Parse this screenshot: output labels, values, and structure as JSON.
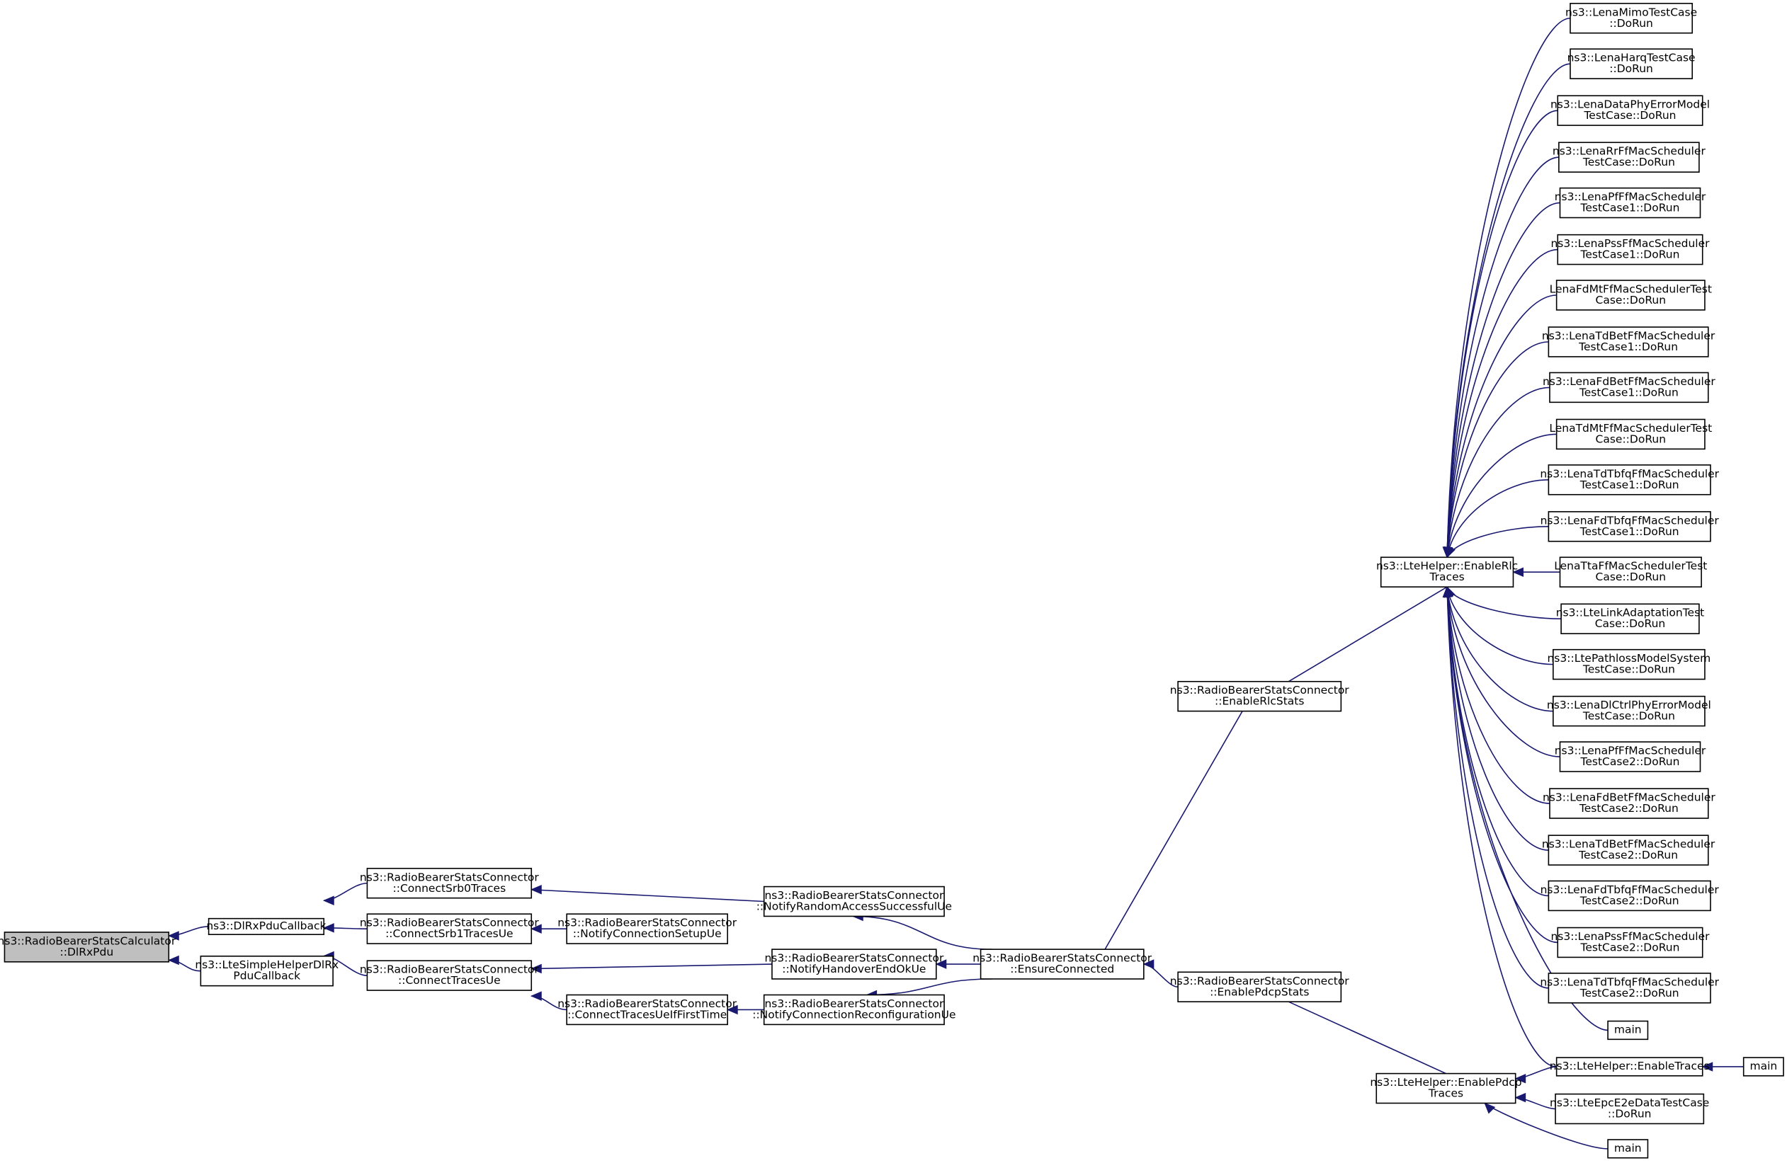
{
  "graph": {
    "type": "caller-graph",
    "edge_color": "#191970",
    "root_fill": "#bfbfbf",
    "nodes": [
      {
        "id": "root",
        "lines": [
          "ns3::RadioBearerStatsCalculator",
          "::DlRxPdu"
        ],
        "root": true
      },
      {
        "id": "dlrxcb",
        "lines": [
          "ns3::DlRxPduCallback"
        ]
      },
      {
        "id": "simplehelper",
        "lines": [
          "ns3::LteSimpleHelperDlRx",
          "PduCallback"
        ]
      },
      {
        "id": "srb0",
        "lines": [
          "ns3::RadioBearerStatsConnector",
          "::ConnectSrb0Traces"
        ]
      },
      {
        "id": "srb1",
        "lines": [
          "ns3::RadioBearerStatsConnector",
          "::ConnectSrb1TracesUe"
        ]
      },
      {
        "id": "tracesue",
        "lines": [
          "ns3::RadioBearerStatsConnector",
          "::ConnectTracesUe"
        ]
      },
      {
        "id": "connsetup",
        "lines": [
          "ns3::RadioBearerStatsConnector",
          "::NotifyConnectionSetupUe"
        ]
      },
      {
        "id": "tracesfirst",
        "lines": [
          "ns3::RadioBearerStatsConnector",
          "::ConnectTracesUeIfFirstTime"
        ]
      },
      {
        "id": "randomaccess",
        "lines": [
          "ns3::RadioBearerStatsConnector",
          "::NotifyRandomAccessSuccessfulUe"
        ]
      },
      {
        "id": "handover",
        "lines": [
          "ns3::RadioBearerStatsConnector",
          "::NotifyHandoverEndOkUe"
        ]
      },
      {
        "id": "reconfig",
        "lines": [
          "ns3::RadioBearerStatsConnector",
          "::NotifyConnectionReconfigurationUe"
        ]
      },
      {
        "id": "ensure",
        "lines": [
          "ns3::RadioBearerStatsConnector",
          "::EnsureConnected"
        ]
      },
      {
        "id": "rlcstats",
        "lines": [
          "ns3::RadioBearerStatsConnector",
          "::EnableRlcStats"
        ]
      },
      {
        "id": "pdcpstats",
        "lines": [
          "ns3::RadioBearerStatsConnector",
          "::EnablePdcpStats"
        ]
      },
      {
        "id": "rlctraces",
        "lines": [
          "ns3::LteHelper::EnableRlc",
          "Traces"
        ]
      },
      {
        "id": "pdcptraces",
        "lines": [
          "ns3::LteHelper::EnablePdcp",
          "Traces"
        ]
      },
      {
        "id": "t1",
        "lines": [
          "ns3::LenaMimoTestCase",
          "::DoRun"
        ]
      },
      {
        "id": "t2",
        "lines": [
          "ns3::LenaHarqTestCase",
          "::DoRun"
        ]
      },
      {
        "id": "t3",
        "lines": [
          "ns3::LenaDataPhyErrorModel",
          "TestCase::DoRun"
        ]
      },
      {
        "id": "t4",
        "lines": [
          "ns3::LenaRrFfMacScheduler",
          "TestCase::DoRun"
        ]
      },
      {
        "id": "t5",
        "lines": [
          "ns3::LenaPfFfMacScheduler",
          "TestCase1::DoRun"
        ]
      },
      {
        "id": "t6",
        "lines": [
          "ns3::LenaPssFfMacScheduler",
          "TestCase1::DoRun"
        ]
      },
      {
        "id": "t7",
        "lines": [
          "LenaFdMtFfMacSchedulerTest",
          "Case::DoRun"
        ]
      },
      {
        "id": "t8",
        "lines": [
          "ns3::LenaTdBetFfMacScheduler",
          "TestCase1::DoRun"
        ]
      },
      {
        "id": "t9",
        "lines": [
          "ns3::LenaFdBetFfMacScheduler",
          "TestCase1::DoRun"
        ]
      },
      {
        "id": "t10",
        "lines": [
          "LenaTdMtFfMacSchedulerTest",
          "Case::DoRun"
        ]
      },
      {
        "id": "t11",
        "lines": [
          "ns3::LenaTdTbfqFfMacScheduler",
          "TestCase1::DoRun"
        ]
      },
      {
        "id": "t12",
        "lines": [
          "ns3::LenaFdTbfqFfMacScheduler",
          "TestCase1::DoRun"
        ]
      },
      {
        "id": "t13",
        "lines": [
          "LenaTtaFfMacSchedulerTest",
          "Case::DoRun"
        ]
      },
      {
        "id": "t14",
        "lines": [
          "ns3::LteLinkAdaptationTest",
          "Case::DoRun"
        ]
      },
      {
        "id": "t15",
        "lines": [
          "ns3::LtePathlossModelSystem",
          "TestCase::DoRun"
        ]
      },
      {
        "id": "t16",
        "lines": [
          "ns3::LenaDlCtrlPhyErrorModel",
          "TestCase::DoRun"
        ]
      },
      {
        "id": "t17",
        "lines": [
          "ns3::LenaPfFfMacScheduler",
          "TestCase2::DoRun"
        ]
      },
      {
        "id": "t18",
        "lines": [
          "ns3::LenaFdBetFfMacScheduler",
          "TestCase2::DoRun"
        ]
      },
      {
        "id": "t19",
        "lines": [
          "ns3::LenaTdBetFfMacScheduler",
          "TestCase2::DoRun"
        ]
      },
      {
        "id": "t20",
        "lines": [
          "ns3::LenaFdTbfqFfMacScheduler",
          "TestCase2::DoRun"
        ]
      },
      {
        "id": "t21",
        "lines": [
          "ns3::LenaPssFfMacScheduler",
          "TestCase2::DoRun"
        ]
      },
      {
        "id": "t22",
        "lines": [
          "ns3::LenaTdTbfqFfMacScheduler",
          "TestCase2::DoRun"
        ]
      },
      {
        "id": "main1",
        "lines": [
          "main"
        ]
      },
      {
        "id": "enabletraces",
        "lines": [
          "ns3::LteHelper::EnableTraces"
        ]
      },
      {
        "id": "main2",
        "lines": [
          "main"
        ]
      },
      {
        "id": "e2e",
        "lines": [
          "ns3::LteEpcE2eDataTestCase",
          "::DoRun"
        ]
      },
      {
        "id": "main3",
        "lines": [
          "main"
        ]
      }
    ],
    "edges": [
      [
        "dlrxcb",
        "root"
      ],
      [
        "simplehelper",
        "root"
      ],
      [
        "srb0",
        "dlrxcb"
      ],
      [
        "srb1",
        "dlrxcb"
      ],
      [
        "tracesue",
        "dlrxcb"
      ],
      [
        "connsetup",
        "srb1"
      ],
      [
        "handover",
        "tracesue"
      ],
      [
        "tracesfirst",
        "tracesue"
      ],
      [
        "reconfig",
        "tracesfirst"
      ],
      [
        "randomaccess",
        "srb0"
      ],
      [
        "ensure",
        "randomaccess"
      ],
      [
        "ensure",
        "handover"
      ],
      [
        "ensure",
        "reconfig"
      ],
      [
        "rlcstats",
        "ensure"
      ],
      [
        "pdcpstats",
        "ensure"
      ],
      [
        "rlctraces",
        "rlcstats"
      ],
      [
        "pdcptraces",
        "pdcpstats"
      ],
      [
        "t1",
        "rlctraces"
      ],
      [
        "t2",
        "rlctraces"
      ],
      [
        "t3",
        "rlctraces"
      ],
      [
        "t4",
        "rlctraces"
      ],
      [
        "t5",
        "rlctraces"
      ],
      [
        "t6",
        "rlctraces"
      ],
      [
        "t7",
        "rlctraces"
      ],
      [
        "t8",
        "rlctraces"
      ],
      [
        "t9",
        "rlctraces"
      ],
      [
        "t10",
        "rlctraces"
      ],
      [
        "t11",
        "rlctraces"
      ],
      [
        "t12",
        "rlctraces"
      ],
      [
        "t13",
        "rlctraces"
      ],
      [
        "t14",
        "rlctraces"
      ],
      [
        "t15",
        "rlctraces"
      ],
      [
        "t16",
        "rlctraces"
      ],
      [
        "t17",
        "rlctraces"
      ],
      [
        "t18",
        "rlctraces"
      ],
      [
        "t19",
        "rlctraces"
      ],
      [
        "t20",
        "rlctraces"
      ],
      [
        "t21",
        "rlctraces"
      ],
      [
        "t22",
        "rlctraces"
      ],
      [
        "main1",
        "rlctraces"
      ],
      [
        "enabletraces",
        "rlctraces"
      ],
      [
        "enabletraces",
        "pdcptraces"
      ],
      [
        "e2e",
        "pdcptraces"
      ],
      [
        "main3",
        "pdcptraces"
      ],
      [
        "main2",
        "enabletraces"
      ]
    ]
  }
}
